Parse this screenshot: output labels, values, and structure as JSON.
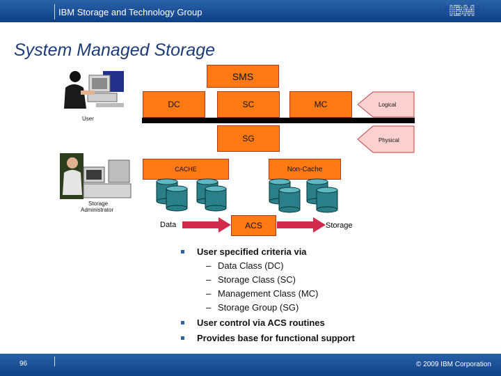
{
  "header": {
    "group_title": "IBM Storage and Technology Group",
    "logo_text": "IBM"
  },
  "slide": {
    "title": "System Managed Storage"
  },
  "diagram": {
    "sms": "SMS",
    "dc": "DC",
    "sc": "SC",
    "mc": "MC",
    "sg": "SG",
    "logical": "Logical",
    "physical": "Physical",
    "user": "User",
    "storage_admin_line1": "Storage",
    "storage_admin_line2": "Administrator",
    "cache": "CACHE",
    "non_cache": "Non-Cache",
    "data": "Data",
    "acs": "ACS",
    "storage": "Storage"
  },
  "bullets": [
    {
      "text": "User specified criteria via",
      "sub": [
        "Data Class (DC)",
        "Storage Class (SC)",
        "Management Class (MC)",
        "Storage Group (SG)"
      ]
    },
    {
      "text": "User control via ACS routines"
    },
    {
      "text": "Provides base for functional support"
    }
  ],
  "footer": {
    "page_number": "96",
    "copyright": "© 2009 IBM Corporation"
  },
  "colors": {
    "header_blue": "#1a4f98",
    "box_orange": "#ff7a12",
    "arrow_red": "#d22a4a",
    "logical_pink": "#fbd0d0",
    "disk_teal": "#2a7f88"
  }
}
